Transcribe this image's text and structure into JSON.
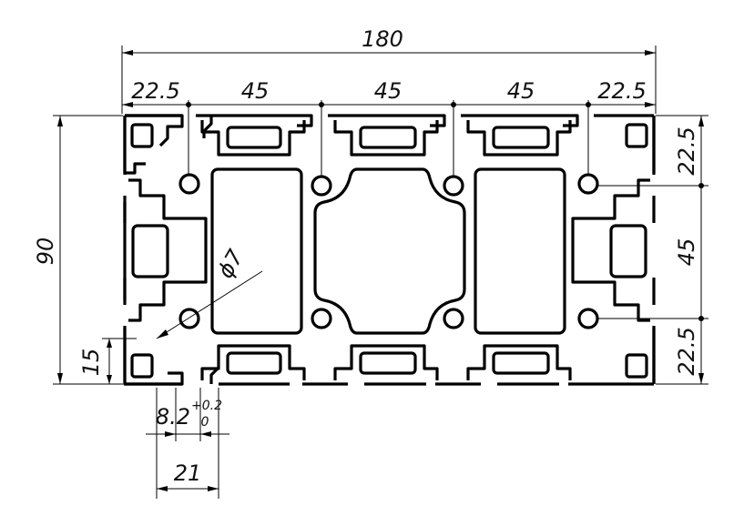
{
  "drawing": {
    "dimensions": {
      "overall_width": "180",
      "overall_height": "90",
      "seg_left": "22.5",
      "seg_1": "45",
      "seg_2": "45",
      "seg_3": "45",
      "seg_right": "22.5",
      "right_top": "22.5",
      "right_mid": "45",
      "right_bottom": "22.5",
      "slot_offset": "15",
      "hole_diameter": "ϕ7",
      "slot_width": "8.2",
      "tol_upper": "+0.2",
      "tol_lower": "0",
      "slot_span": "21"
    }
  }
}
